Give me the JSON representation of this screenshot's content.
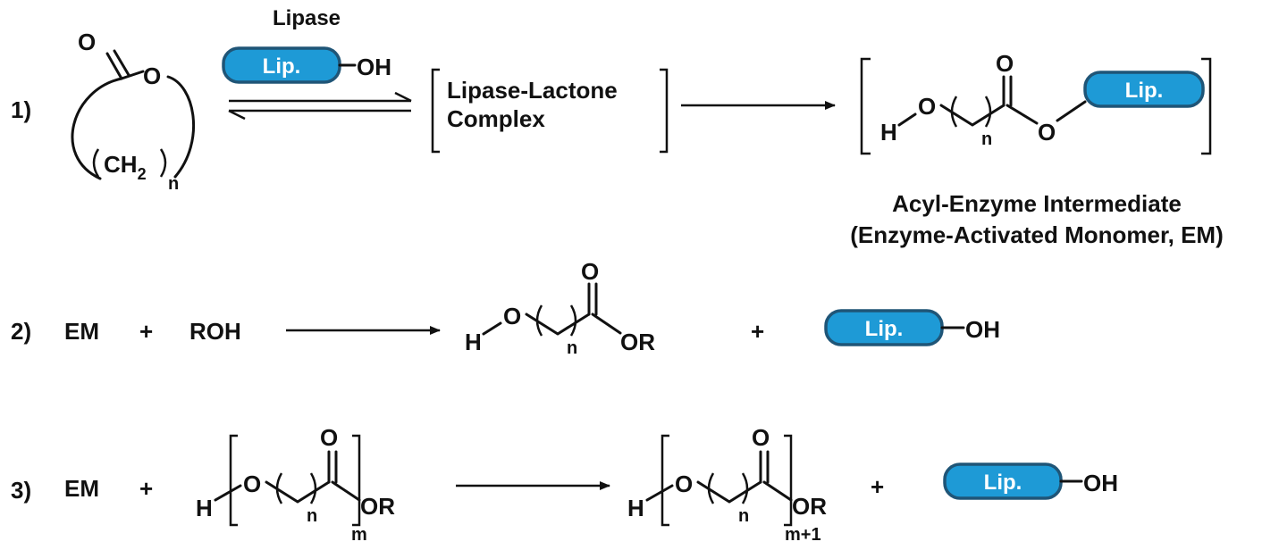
{
  "colors": {
    "enzyme_fill": "#1e9ad6",
    "enzyme_stroke": "#1f5577",
    "ink": "#111111"
  },
  "labels": {
    "step1": "1)",
    "step2": "2)",
    "step3": "3)",
    "lipase_title": "Lipase",
    "enzyme": "Lip.",
    "oh": "OH",
    "o": "O",
    "h": "H",
    "n": "n",
    "m": "m",
    "m_plus_1": "m+1",
    "ch2": "CH",
    "sub2": "2",
    "complex_line1": "Lipase-Lactone",
    "complex_line2": "Complex",
    "intermediate_line1": "Acyl-Enzyme Intermediate",
    "intermediate_line2": "(Enzyme-Activated Monomer, EM)",
    "em": "EM",
    "plus": "+",
    "roh": "ROH",
    "or": "OR"
  }
}
